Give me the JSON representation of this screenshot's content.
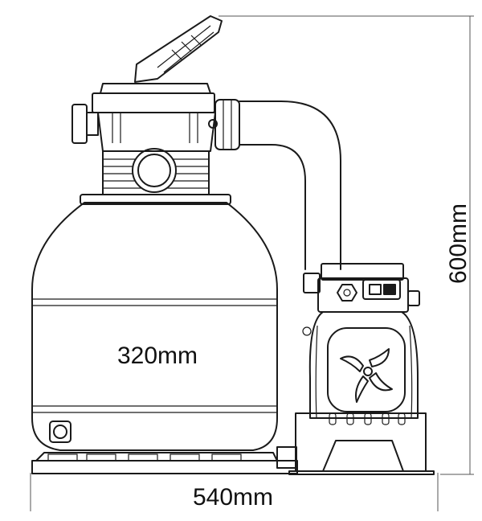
{
  "dimensions": {
    "width_label": "540mm",
    "height_label": "600mm",
    "tank_label": "320mm"
  }
}
